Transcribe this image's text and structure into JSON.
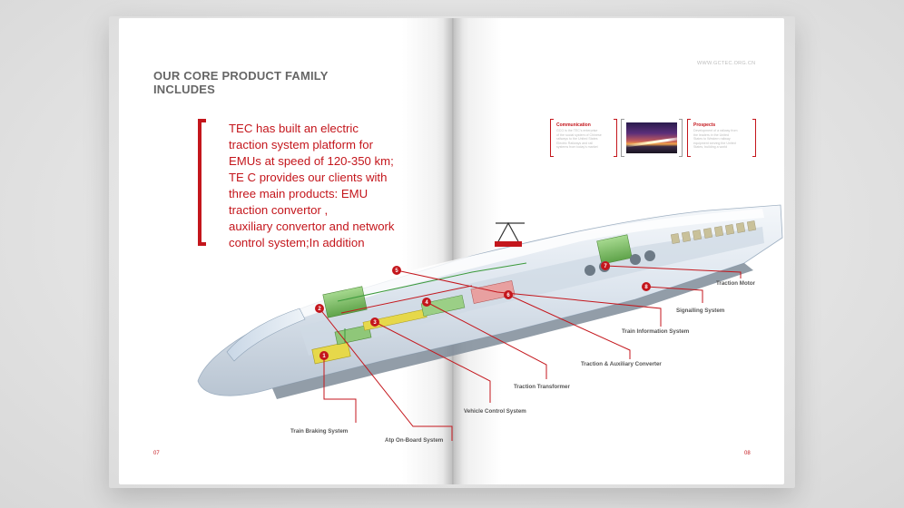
{
  "left_page": {
    "title_lines": [
      "OUR CORE PRODUCT FAMILY",
      "INCLUDES"
    ],
    "quote_lines": [
      "TEC has built an electric",
      "traction system platform for",
      "EMUs at speed of 120-350 km;",
      "TE C provides our clients with",
      "three main products: EMU",
      "traction convertor ,",
      "auxiliary convertor and network",
      "control system;In addition"
    ],
    "page_number": "07"
  },
  "right_page": {
    "url": "WWW.GCTEC.ORG.CN",
    "page_number": "08",
    "boxes": [
      {
        "title": "Communication",
        "text_lines": [
          "GCG is the TEC's enterprise",
          "of the social system of Chinese",
          "railways to the United States",
          "Electric Railways and rail",
          "systems from today's market"
        ]
      },
      {
        "title": "Prospects",
        "text_lines": [
          "Development of a railway from",
          "the leaders in the United",
          "States to Western railway",
          "equipment serving the United",
          "States, building a world"
        ]
      }
    ]
  },
  "callouts": [
    {
      "number": "1",
      "label": "Train Braking System"
    },
    {
      "number": "2",
      "label": "Atp On-Board System"
    },
    {
      "number": "3",
      "label": "Vehicle Control System"
    },
    {
      "number": "4",
      "label": "Traction Transformer"
    },
    {
      "number": "5",
      "label": "Train Information System"
    },
    {
      "number": "6",
      "label": "Traction & Auxiliary Converter"
    },
    {
      "number": "7",
      "label": "Traction Motor"
    },
    {
      "number": "8",
      "label": "Signalling System"
    }
  ],
  "colors": {
    "accent": "#c4161c",
    "title_gray": "#666666",
    "label_gray": "#555555",
    "train_body": "#dfe6ee",
    "component_green": "#7dbb6a",
    "component_yellow": "#e6d84a",
    "component_pink": "#e8a0a0"
  }
}
